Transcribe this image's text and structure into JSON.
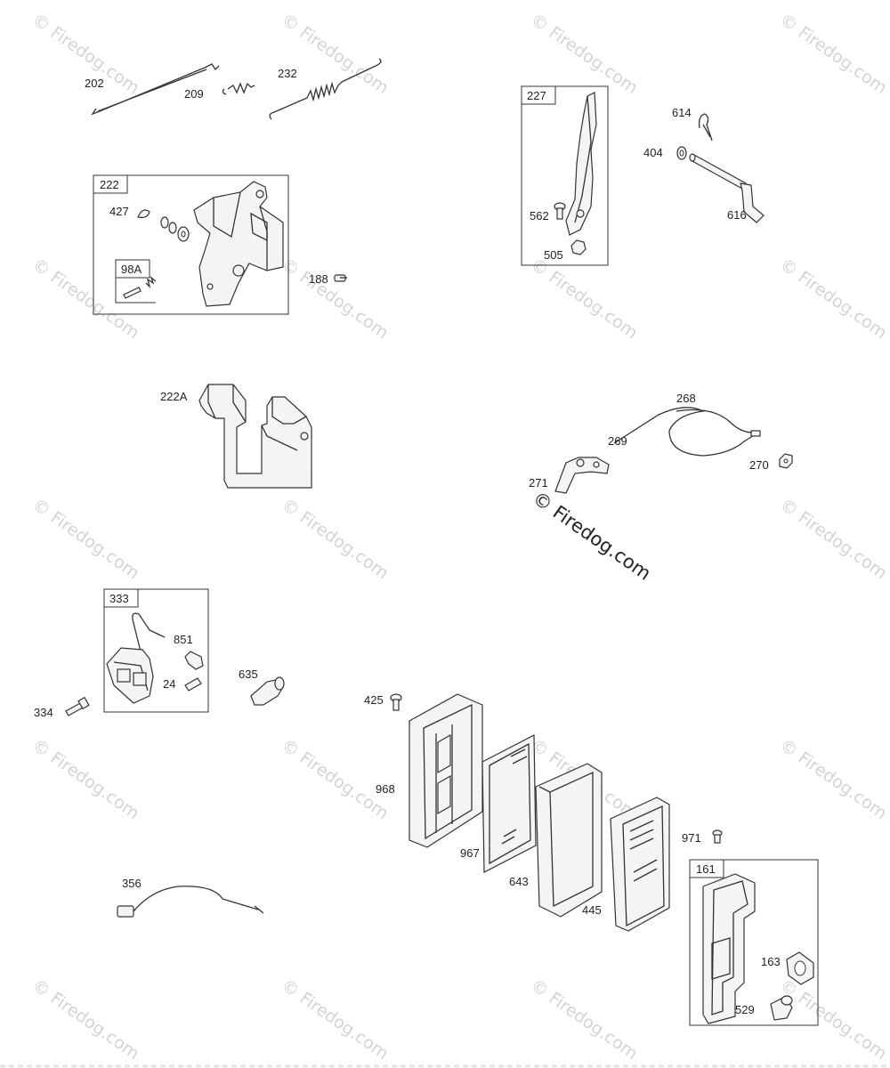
{
  "watermark": "© Firedog.com",
  "labels": {
    "p202": "202",
    "p209": "209",
    "p232": "232",
    "p222": "222",
    "p427": "427",
    "p98a": "98A",
    "p188": "188",
    "p222a": "222A",
    "p333": "333",
    "p851": "851",
    "p24": "24",
    "p334": "334",
    "p635": "635",
    "p356": "356",
    "p227": "227",
    "p562": "562",
    "p505": "505",
    "p614": "614",
    "p404": "404",
    "p616": "616",
    "p268": "268",
    "p269": "269",
    "p270": "270",
    "p271": "271",
    "p425": "425",
    "p968": "968",
    "p967": "967",
    "p643": "643",
    "p445": "445",
    "p971": "971",
    "p161": "161",
    "p163": "163",
    "p529": "529"
  },
  "icons": [
    "spring-icon",
    "linkage-rod-icon",
    "bracket-icon",
    "lever-icon",
    "cable-icon",
    "bolt-icon",
    "nut-icon",
    "washer-icon",
    "air-filter-icon",
    "cover-icon",
    "gasket-icon"
  ]
}
